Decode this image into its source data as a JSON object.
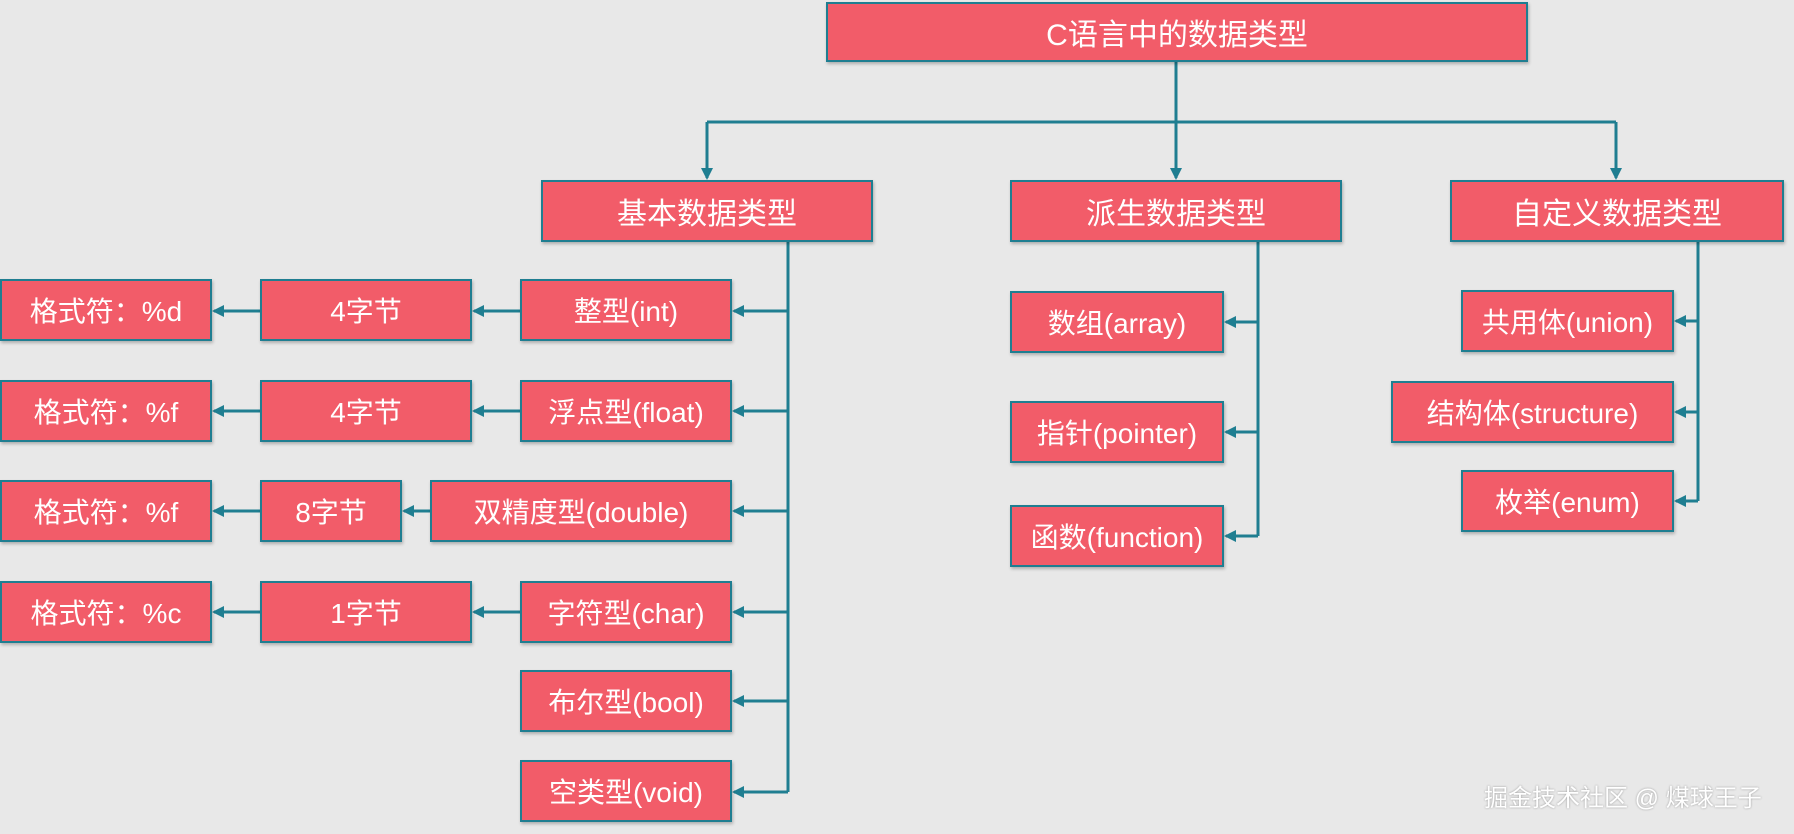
{
  "title": "C语言中的数据类型",
  "categories": {
    "basic": "基本数据类型",
    "derived": "派生数据类型",
    "custom": "自定义数据类型"
  },
  "basic_types": [
    {
      "name": "整型(int)",
      "size": "4字节",
      "format": "格式符：%d"
    },
    {
      "name": "浮点型(float)",
      "size": "4字节",
      "format": "格式符：%f"
    },
    {
      "name": "双精度型(double)",
      "size": "8字节",
      "format": "格式符：%f"
    },
    {
      "name": "字符型(char)",
      "size": "1字节",
      "format": "格式符：%c"
    },
    {
      "name": "布尔型(bool)"
    },
    {
      "name": "空类型(void)"
    }
  ],
  "derived_types": [
    "数组(array)",
    "指针(pointer)",
    "函数(function)"
  ],
  "custom_types": [
    "共用体(union)",
    "结构体(structure)",
    "枚举(enum)"
  ],
  "colors": {
    "node_fill": "#f25c69",
    "node_border": "#1f7e91",
    "connector": "#1f7e91",
    "background": "#e8e8e8",
    "text": "#ffffff"
  },
  "watermark": "掘金技术社区 @ 煤球王子"
}
